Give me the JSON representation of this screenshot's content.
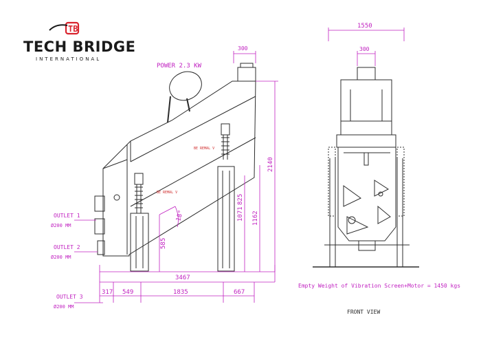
{
  "brand": {
    "name": "TECH BRIDGE",
    "sub": "INTERNATIONAL",
    "monogram": "TB",
    "accent": "#d9232d"
  },
  "colors": {
    "line": "#2b2b2b",
    "dim": "#c020c0",
    "text": "#c020c0",
    "label_red": "#d03030"
  },
  "side_view": {
    "power": "POWER 2.3 KW",
    "top_width": "300",
    "label_a": "BE REMAL V",
    "label_b": "BE REMAL V",
    "angle": "18°",
    "dims": {
      "overall_length": "3467",
      "seg1": "317",
      "seg2": "549",
      "seg3": "1835",
      "seg4": "667",
      "h_low": "585",
      "h_mid": "1071",
      "h_mid2": "825",
      "h_total": "1162",
      "h_full": "2140"
    }
  },
  "outlets": [
    {
      "name": "OUTLET 1",
      "size": "Ø200 MM"
    },
    {
      "name": "OUTLET 2",
      "size": "Ø200 MM"
    },
    {
      "name": "OUTLET 3",
      "size": "Ø200 MM"
    }
  ],
  "front_view": {
    "width": "1550",
    "top_width": "300",
    "caption": "FRONT VIEW"
  },
  "weight_note": "Empty Weight of Vibration Screen+Motor = 1450 kgs"
}
